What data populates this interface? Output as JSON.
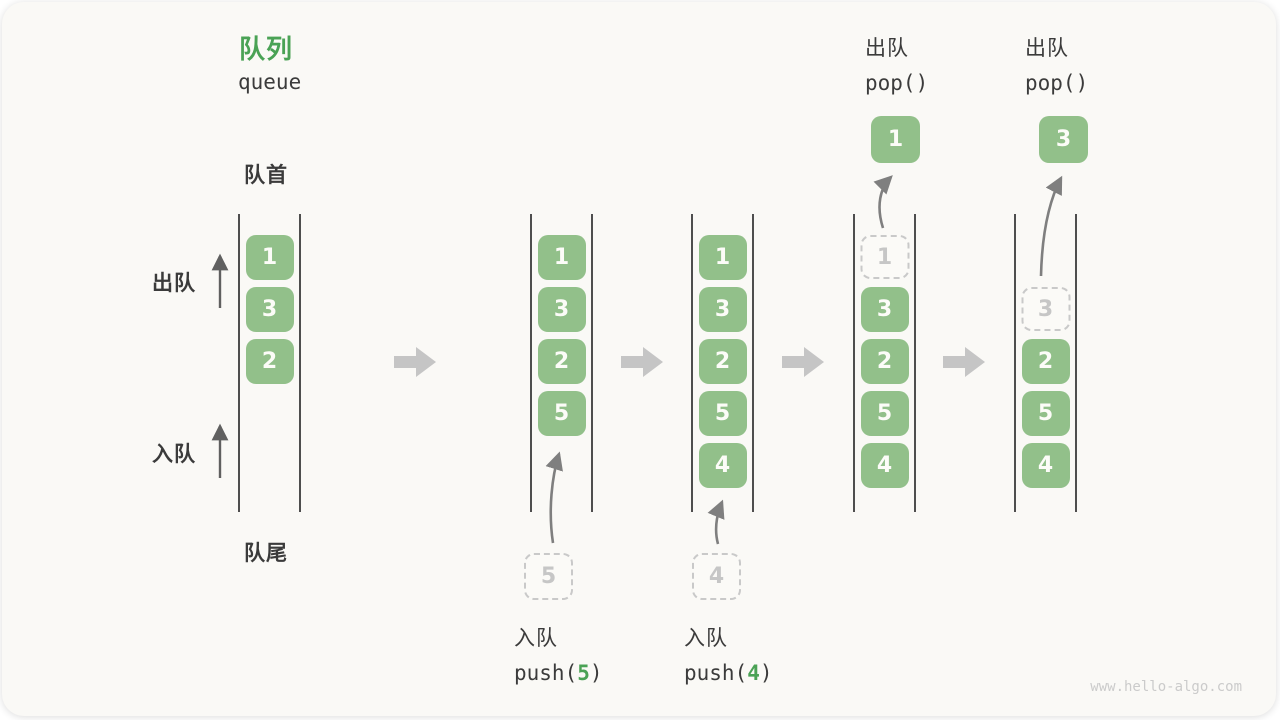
{
  "title": {
    "zh": "队列",
    "en": "queue"
  },
  "side_labels": {
    "front": "队首",
    "rear": "队尾",
    "dequeue": "出队",
    "enqueue": "入队"
  },
  "states": [
    {
      "boxes": [
        {
          "value": "1"
        },
        {
          "value": "3"
        },
        {
          "value": "2"
        }
      ]
    },
    {
      "boxes": [
        {
          "value": "1"
        },
        {
          "value": "3"
        },
        {
          "value": "2"
        },
        {
          "value": "5"
        }
      ],
      "incoming": "5"
    },
    {
      "boxes": [
        {
          "value": "1"
        },
        {
          "value": "3"
        },
        {
          "value": "2"
        },
        {
          "value": "5"
        },
        {
          "value": "4"
        }
      ],
      "incoming": "4"
    },
    {
      "boxes": [
        {
          "value": "1",
          "dashed": true
        },
        {
          "value": "3"
        },
        {
          "value": "2"
        },
        {
          "value": "5"
        },
        {
          "value": "4"
        }
      ],
      "popped": "1"
    },
    {
      "boxes": [
        {
          "value": "3",
          "dashed": true
        },
        {
          "value": "2"
        },
        {
          "value": "5"
        },
        {
          "value": "4"
        }
      ],
      "popped": "3"
    }
  ],
  "operations": {
    "push_5": {
      "zh": "入队",
      "fn_open": "push(",
      "arg": "5",
      "fn_close": ")"
    },
    "push_4": {
      "zh": "入队",
      "fn_open": "push(",
      "arg": "4",
      "fn_close": ")"
    },
    "pop_1": {
      "zh": "出队",
      "fn": "pop()"
    },
    "pop_2": {
      "zh": "出队",
      "fn": "pop()"
    }
  },
  "watermark": "www.hello-algo.com",
  "colors": {
    "background": "#FAF9F6",
    "box_green": "#92C08A",
    "accent_green": "#4AA255",
    "dashed_gray": "#C9C9C9",
    "arrow_gray": "#C5C5C5",
    "line_dark": "#4E4E4E",
    "text_dark": "#3B3B3B",
    "watermark_gray": "#CBCBCB"
  }
}
